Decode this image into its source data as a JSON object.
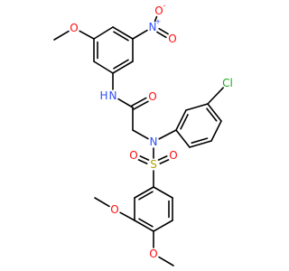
{
  "molecule": {
    "atom_colors": {
      "N": "#3050F8",
      "O": "#FF0D0D",
      "S": "#B8A000",
      "Cl": "#1FA81F",
      "H": "#3050F8"
    },
    "labels": {
      "ring_methoxy_o": "O",
      "amide_n": "N",
      "amide_h": "H",
      "carbonyl_o": "O",
      "nitro_n": "N",
      "nitro_n_charge": "+",
      "nitro_o_top": "O",
      "nitro_o_top_charge": "-",
      "nitro_o_bottom": "O",
      "chloro": "Cl",
      "sulfonamide_n": "N",
      "sulfur": "S",
      "sulfonyl_o_left": "O",
      "sulfonyl_o_right": "O",
      "dimethoxy_o_upper": "O",
      "dimethoxy_o_lower": "O"
    }
  }
}
